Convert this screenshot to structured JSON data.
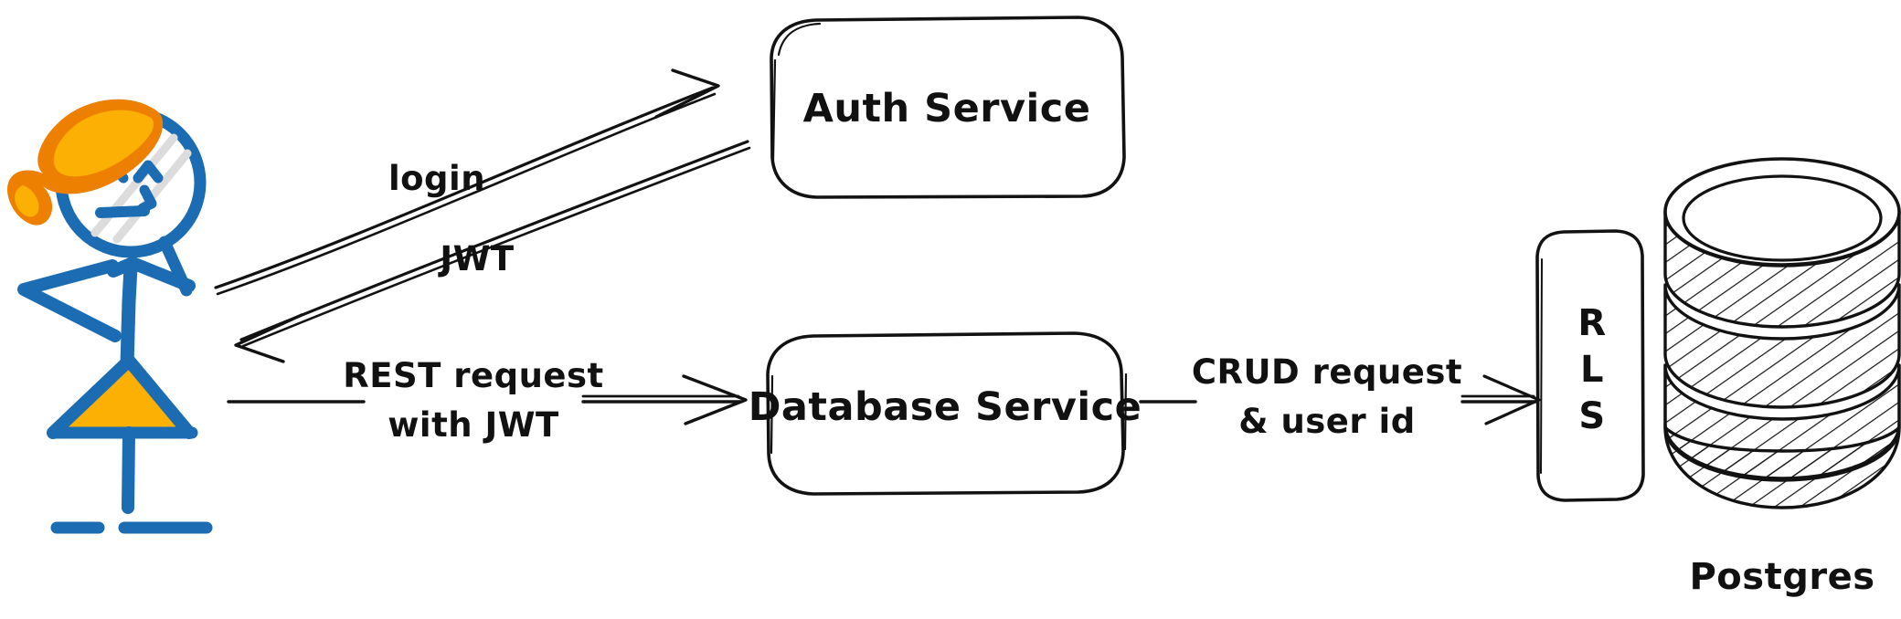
{
  "diagram": {
    "title": "Auth / Database Service architecture (hand-drawn whiteboard style)",
    "background_color": "#ffffff",
    "ink_color": "#121212",
    "accent_blue": "#1b6cb3",
    "accent_orange_dark": "#ee8001",
    "accent_orange_light": "#fbb003"
  },
  "nodes": {
    "user": {
      "name": "user-stick-figure",
      "label": ""
    },
    "auth_service": {
      "label": "Auth Service",
      "shape": "rounded-rectangle"
    },
    "database_service": {
      "label": "Database Service",
      "shape": "rounded-rectangle"
    },
    "rls": {
      "letters": [
        "R",
        "L",
        "S"
      ],
      "shape": "vertical-rounded-rectangle"
    },
    "postgres": {
      "label": "Postgres",
      "shape": "database-cylinder",
      "disc_count": 3
    }
  },
  "edges": [
    {
      "id": "login",
      "label": "login",
      "from": "user",
      "to": "auth_service",
      "direction": "forward"
    },
    {
      "id": "jwt",
      "label": "JWT",
      "from": "auth_service",
      "to": "user",
      "direction": "forward"
    },
    {
      "id": "rest",
      "label_line1": "REST request",
      "label_line2": "with JWT",
      "from": "user",
      "to": "database_service",
      "direction": "forward"
    },
    {
      "id": "crud",
      "label_line1": "CRUD request",
      "label_line2": "& user id",
      "from": "database_service",
      "to": "rls",
      "direction": "forward"
    }
  ]
}
